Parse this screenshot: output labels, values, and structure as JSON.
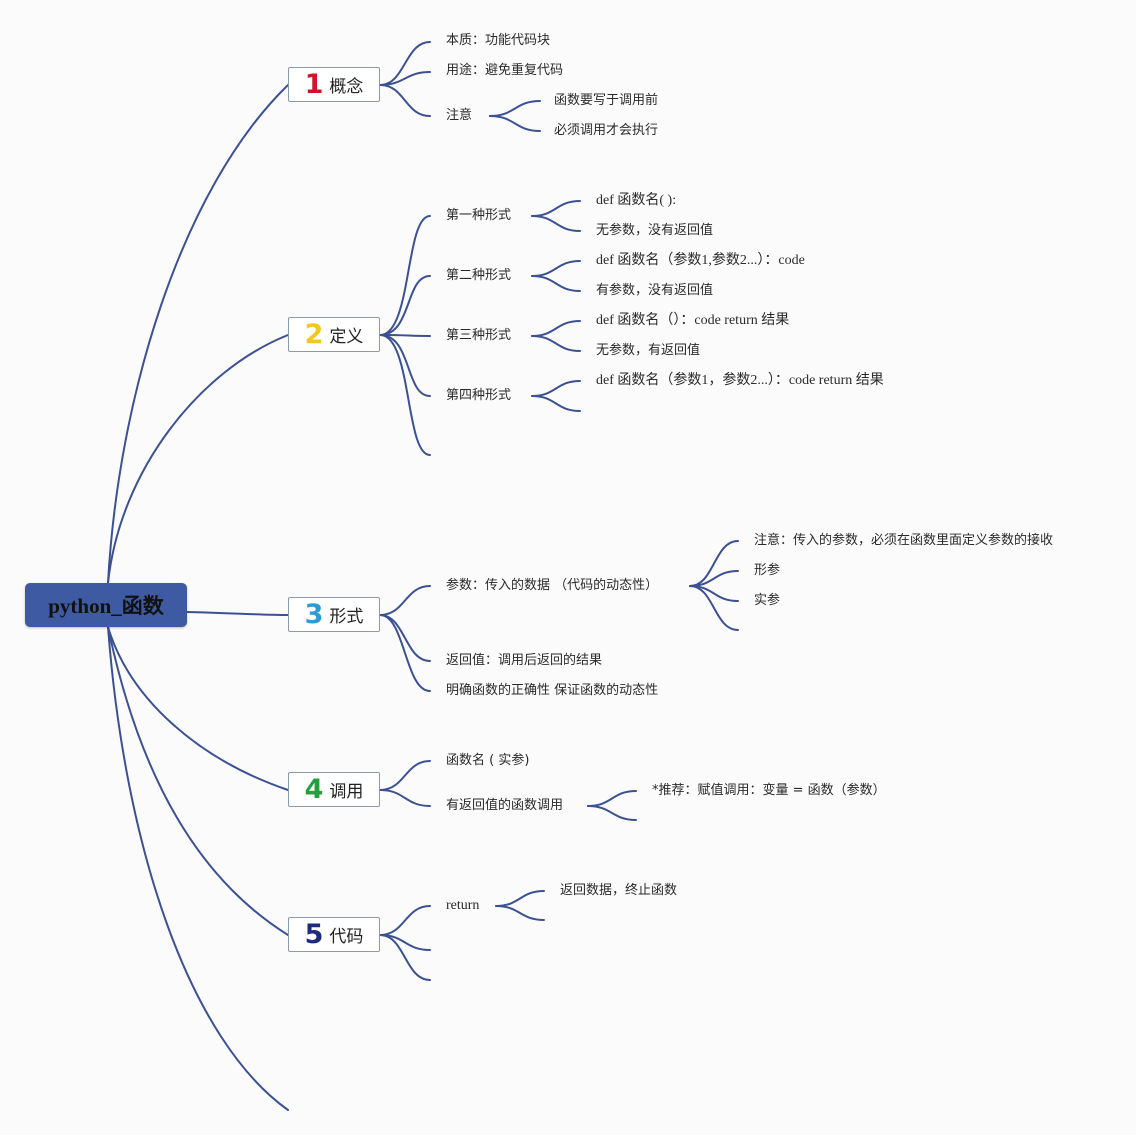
{
  "root": {
    "title": "python_函数"
  },
  "branches": [
    {
      "num": "1",
      "label": "概念",
      "num_color": "#d0142c"
    },
    {
      "num": "2",
      "label": "定义",
      "num_color": "#f2c81e"
    },
    {
      "num": "3",
      "label": "形式",
      "num_color": "#2b9bd6"
    },
    {
      "num": "4",
      "label": "调用",
      "num_color": "#22a03a"
    },
    {
      "num": "5",
      "label": "代码",
      "num_color": "#1c2a80"
    }
  ],
  "concept": {
    "essence": "本质：功能代码块",
    "use": "用途：避免重复代码",
    "note": "注意",
    "note_1": "函数要写于调用前",
    "note_2": "必须调用才会执行"
  },
  "definition": {
    "form1": "第一种形式",
    "form1_a": "def 函数名( ):",
    "form1_b": "无参数，没有返回值",
    "form2": "第二种形式",
    "form2_a": "def 函数名（参数1,参数2...）：code",
    "form2_b": "有参数，没有返回值",
    "form3": "第三种形式",
    "form3_a": "def 函数名（）：code return 结果",
    "form3_b": "无参数，有返回值",
    "form4": "第四种形式",
    "form4_a": "def 函数名（参数1，参数2...）：code return 结果"
  },
  "form": {
    "params": "参数：传入的数据 （代码的动态性）",
    "params_note": "注意：传入的参数，必须在函数里面定义参数的接收",
    "formal": "形参",
    "actual": "实参",
    "return_value": "返回值：调用后返回的结果",
    "clarity": "明确函数的正确性 保证函数的动态性"
  },
  "call": {
    "basic": "函数名 ( 实参)",
    "with_return": "有返回值的函数调用",
    "recommend": "*推荐：赋值调用：变量 = 函数（参数）"
  },
  "code": {
    "return_kw": "return",
    "return_desc": "返回数据，终止函数"
  },
  "colors": {
    "line": "#3b5193",
    "root_bg": "#3d5aa2",
    "box_border": "#8c9ab0"
  }
}
